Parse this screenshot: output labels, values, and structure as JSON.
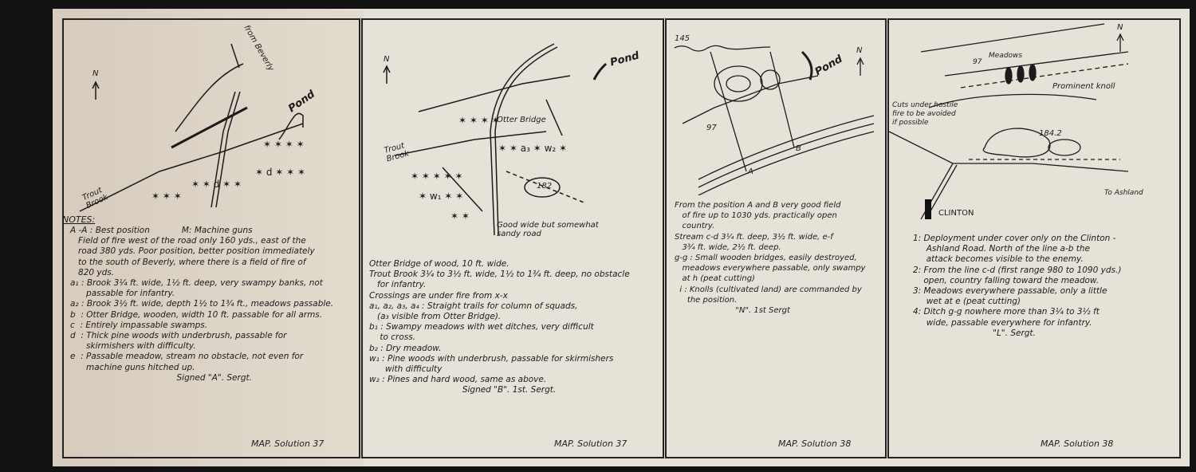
{
  "panels": [
    {
      "map_labels": {
        "north": "N",
        "beverly": "from Beverly",
        "pond": "Pond",
        "brook": "Trout\nBrook"
      },
      "notes_title": "NOTES:",
      "notes": [
        "A -A : Best position            M: Machine guns",
        "   Field of fire west of the road only 160 yds., east of the",
        "   road 380 yds. Poor position, better position immediately",
        "   to the south of Beverly, where there is a field of fire of",
        "   820 yds.",
        "a₁ : Brook 3¼ ft. wide, 1½ ft. deep, very swampy banks, not",
        "      passable for infantry.",
        "a₂ : Brook 3½ ft. wide, depth 1½ to 1¾ ft., meadows passable.",
        "b  : Otter Bridge, wooden, width 10 ft. passable for all arms.",
        "c  : Entirely impassable swamps.",
        "d  : Thick pine woods with underbrush, passable for",
        "      skirmishers with difficulty.",
        "e  : Passable meadow, stream no obstacle, not even for",
        "      machine guns hitched up.",
        "                                        Signed \"A\". Sergt."
      ],
      "footer": "MAP. Solution 37"
    },
    {
      "map_labels": {
        "north": "N",
        "pond": "Pond",
        "bridge": "Otter Bridge",
        "brook": "Trout\nBrook",
        "hill": "182",
        "road_note": "Good wide but somewhat\nsandy road"
      },
      "notes": [
        "Otter Bridge of wood, 10 ft. wide.",
        "Trout Brook 3¼ to 3½ ft. wide, 1½ to 1¾ ft. deep, no obstacle",
        "   for infantry.",
        "Crossings are under fire from x-x",
        "a₁, a₂, a₃, a₄ : Straight trails for column of squads,",
        "   (a₃ visible from Otter Bridge).",
        "b₁ : Swampy meadows with wet ditches, very difficult",
        "    to cross.",
        "b₂ : Dry meadow.",
        "w₁ : Pine woods with underbrush, passable for skirmishers",
        "      with difficulty",
        "w₂ : Pines and hard wood, same as above.",
        "                                   Signed \"B\". 1st. Sergt."
      ],
      "footer": "MAP. Solution 37"
    },
    {
      "map_labels": {
        "north": "N",
        "pond": "Pond",
        "elev1": "145",
        "elev2": "97",
        "a": "A",
        "b": "B"
      },
      "notes": [
        "From the position A and B very good field",
        "   of fire up to 1030 yds. practically open",
        "   country.",
        "Stream c-d 3¼ ft. deep, 3½ ft. wide, e-f",
        "   3¾ ft. wide, 2½ ft. deep.",
        "g-g : Small wooden bridges, easily destroyed,",
        "   meadows everywhere passable, only swampy",
        "   at h (peat cutting)",
        "  i : Knolls (cultivated land) are commanded by",
        "     the position.",
        "                        \"N\". 1st Sergt"
      ],
      "footer": "MAP. Solution 38"
    },
    {
      "map_labels": {
        "north": "N",
        "meadows": "Meadows",
        "elev": "97",
        "knoll": "Prominent knoll",
        "cuts": "Cuts under hostile\nfire to be avoided\nif possible",
        "hill": "184.2",
        "ashland": "To Ashland",
        "town": "CLINTON"
      },
      "notes": [
        "1: Deployment under cover only on the Clinton -",
        "     Ashland Road. North of the line a-b the",
        "     attack becomes visible to the enemy.",
        "2: From the line c-d (first range 980 to 1090 yds.)",
        "    open, country falling toward the meadow.",
        "3: Meadows everywhere passable, only a little",
        "     wet at e (peat cutting)",
        "4: Ditch g-g nowhere more than 3¼ to 3½ ft",
        "     wide, passable everywhere for infantry.",
        "                              \"L\". Sergt."
      ],
      "footer": "MAP. Solution 38"
    }
  ]
}
